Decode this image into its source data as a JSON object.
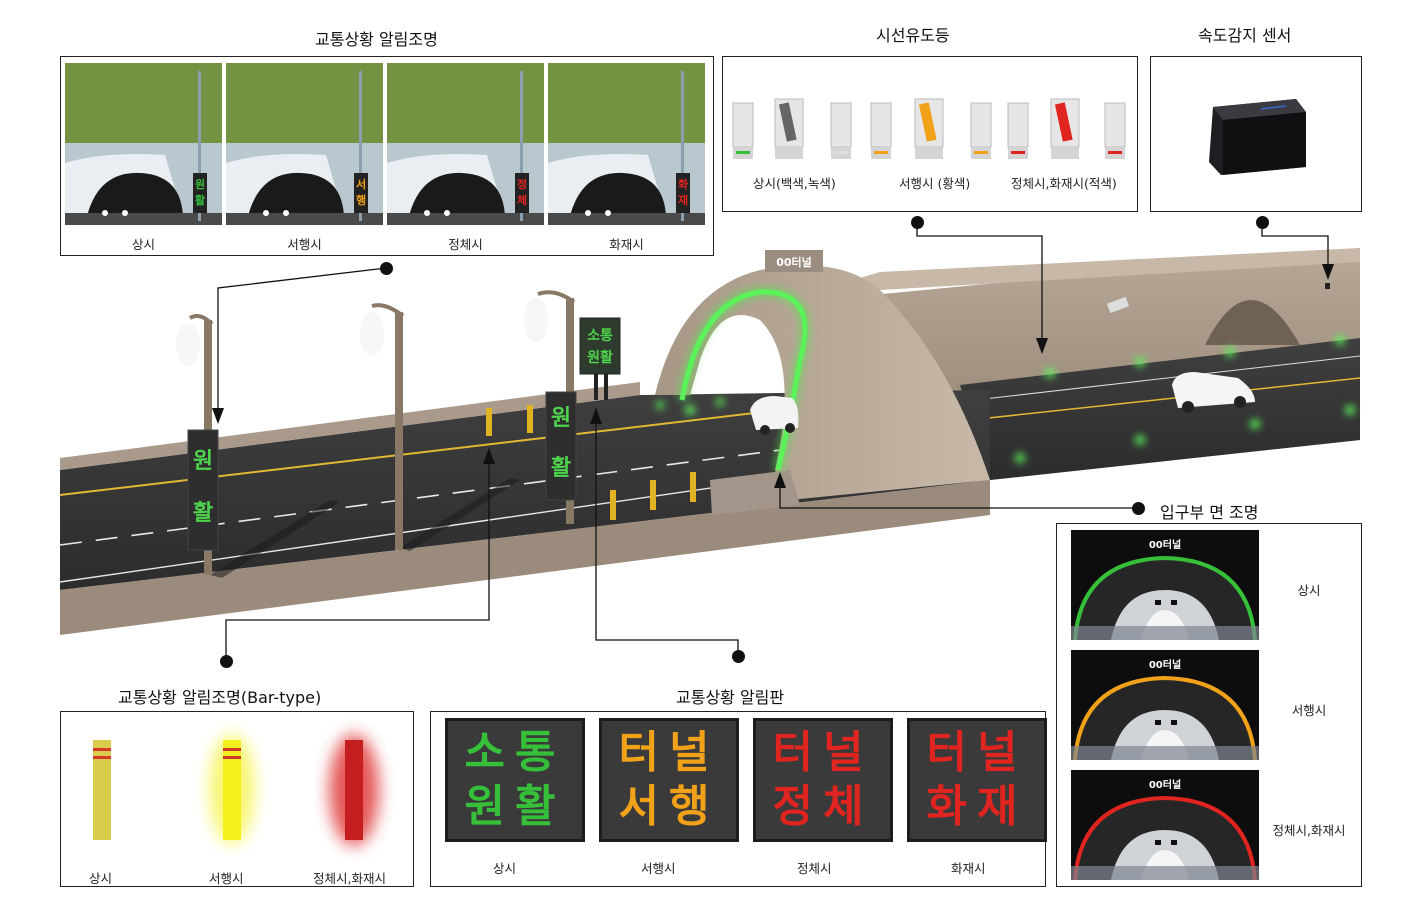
{
  "sections": {
    "alert_light": {
      "title": "교통상황 알림조명",
      "captions": [
        "상시",
        "서행시",
        "정체시",
        "화재시"
      ],
      "sign_words": [
        "원활",
        "서행",
        "정체",
        "화재"
      ]
    },
    "guide_light": {
      "title": "시선유도등",
      "captions": [
        "상시(백색,녹색)",
        "서행시 (황색)",
        "정체시,화재시(적색)"
      ]
    },
    "speed_sensor": {
      "title": "속도감지 센서"
    },
    "entrance_light": {
      "title": "입구부 면 조명",
      "tunnel_name": "00터널",
      "captions": [
        "상시",
        "서행시",
        "정체시,화재시"
      ]
    },
    "bar_light": {
      "title": "교통상황 알림조명(Bar-type)",
      "captions": [
        "상시",
        "서행시",
        "정체시,화재시"
      ]
    },
    "alert_board": {
      "title": "교통상황 알림판",
      "boards": [
        {
          "line1": "소통",
          "line2": "원활",
          "caption": "상시"
        },
        {
          "line1": "터널",
          "line2": "서행",
          "caption": "서행시"
        },
        {
          "line1": "터널",
          "line2": "정체",
          "caption": "정체시"
        },
        {
          "line1": "터널",
          "line2": "화재",
          "caption": "화재시"
        }
      ]
    }
  },
  "scene": {
    "tunnel_sign": "00터널",
    "board_sign_line1": "소통",
    "board_sign_line2": "원활",
    "pole_sign_1": "원활",
    "pole_sign_2": "원활"
  },
  "colors": {
    "normal": "#36c03a",
    "slow": "#f2a219",
    "jam": "#e0241f",
    "bar_normal": "#d8cc4a",
    "bar_slow": "#f2ee20",
    "bar_red": "#cc2222"
  }
}
